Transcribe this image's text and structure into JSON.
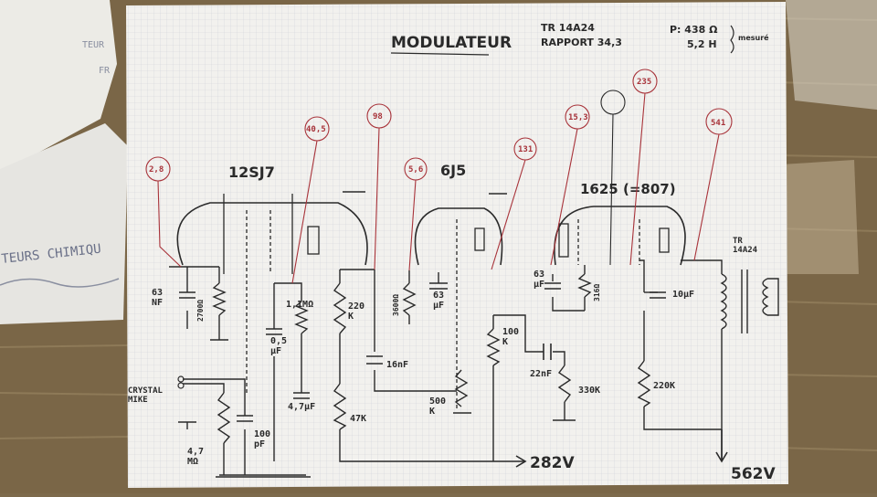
{
  "title": "MODULATEUR",
  "transformer_note": {
    "line1": "TR 14A24",
    "line2": "RAPPORT 34,3"
  },
  "measure_note": {
    "line1": "P: 438 Ω",
    "line2": "5,2 H",
    "suffix": "mesuré"
  },
  "background_sheet": {
    "fragment1": "TEUR",
    "fragment2": "FR",
    "fragment3": "TEURS CHIMIQU"
  },
  "tubes": [
    {
      "id": "t1",
      "label": "12SJ7"
    },
    {
      "id": "t2",
      "label": "6J5"
    },
    {
      "id": "t3",
      "label": "1625 (=807)"
    }
  ],
  "voltage_callouts": [
    "2,8",
    "40,5",
    "98",
    "5,6",
    "131",
    "15,3",
    "235",
    "541"
  ],
  "components": {
    "c63_1": "63\nNF",
    "r2700": "2700Ω",
    "r1_1m": "1,1MΩ",
    "c05": "0,5\nμF",
    "r220k_1": "220\nK",
    "c16nf": "16nF",
    "c47": "4,7μF",
    "r47k": "47K",
    "r3600": "3600Ω",
    "c63_2": "63\nμF",
    "r100k": "100\nK",
    "pot500k": "500\nK",
    "c63_3": "63\nμF",
    "r316": "316Ω",
    "c22nf": "22nF",
    "r330k": "330K",
    "c10uf": "10μF",
    "r220k_2": "220K",
    "r4_7m": "4,7\nMΩ",
    "c100pf": "100\npF",
    "tr_label": "TR\n14A24",
    "input_label": "CRYSTAL\nMIKE"
  },
  "rails": {
    "b282": "282V",
    "b562": "562V"
  },
  "colors": {
    "paper": "#f2f1ee",
    "grid": "#c9ccd3",
    "ink": "#2a2a2a",
    "red_ink": "#a8333a",
    "blue_ink": "#2b3d8c",
    "wood": "#7d6a4c"
  }
}
